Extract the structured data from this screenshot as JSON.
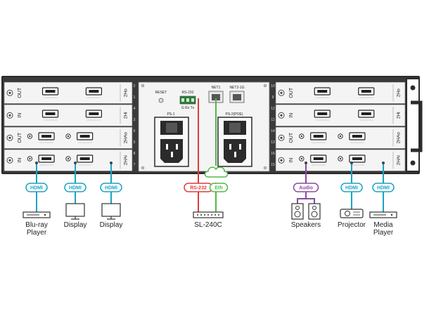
{
  "colors": {
    "hdmi": "#1ba3c6",
    "rs232": "#e03a3a",
    "eth": "#53b848",
    "audio": "#8a4aa0",
    "chassis": "#2b2b2b",
    "panel": "#f4f4f4"
  },
  "left_slots": [
    {
      "dir": "OUT",
      "card": "2Ho"
    },
    {
      "dir": "IN",
      "card": "2Hi"
    },
    {
      "dir": "OUT",
      "card": "2HAo"
    },
    {
      "dir": "IN",
      "card": "2HAi"
    }
  ],
  "right_slots": [
    {
      "dir": "OUT",
      "card": "2Ho"
    },
    {
      "dir": "IN",
      "card": "2Hi"
    },
    {
      "dir": "OUT",
      "card": "2HAo"
    },
    {
      "dir": "IN",
      "card": "2HAi"
    }
  ],
  "slot_numbers_left": [
    "2",
    "1",
    "4",
    "3",
    "6",
    "5",
    "8",
    "7"
  ],
  "slot_numbers_right": [
    "10",
    "9",
    "12",
    "11",
    "14",
    "13",
    "16",
    "15"
  ],
  "center": {
    "reset": "RESET",
    "rs232": "RS-232",
    "rs232_pins": "G Rx Tx",
    "net1": "NET1",
    "net2": "NET2-1G",
    "ps1": "PS-1",
    "ps2": "PS-2(POE)"
  },
  "port_tags": {
    "hdmi": "HDMI",
    "rs232": "RS-232",
    "eth": "Eth",
    "audio": "Audio"
  },
  "devices": {
    "bluray": [
      "Blu-ray",
      "Player"
    ],
    "display1": "Display",
    "display2": "Display",
    "controller": "SL-240C",
    "speakers": "Speakers",
    "projector": "Projector",
    "media": [
      "Media",
      "Player"
    ]
  }
}
